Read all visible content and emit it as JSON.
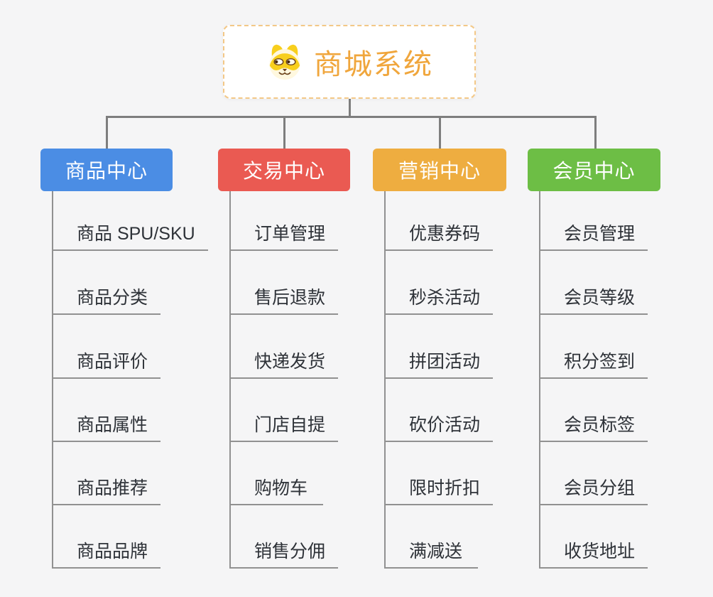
{
  "root": {
    "title": "商城系统",
    "icon": "shiba-dog-icon",
    "title_color": "#f0a63c",
    "border_color": "#f3c887"
  },
  "connector_color": "#7e7e7e",
  "branch_line_color": "#919191",
  "columns": [
    {
      "label": "商品中心",
      "color": "#4b8de4",
      "items": [
        "商品 SPU/SKU",
        "商品分类",
        "商品评价",
        "商品属性",
        "商品推荐",
        "商品品牌"
      ]
    },
    {
      "label": "交易中心",
      "color": "#ea5a52",
      "items": [
        "订单管理",
        "售后退款",
        "快递发货",
        "门店自提",
        "购物车",
        "销售分佣"
      ]
    },
    {
      "label": "营销中心",
      "color": "#eead40",
      "items": [
        "优惠券码",
        "秒杀活动",
        "拼团活动",
        "砍价活动",
        "限时折扣",
        "满减送"
      ]
    },
    {
      "label": "会员中心",
      "color": "#6dbe45",
      "items": [
        "会员管理",
        "会员等级",
        "积分签到",
        "会员标签",
        "会员分组",
        "收货地址"
      ]
    }
  ]
}
